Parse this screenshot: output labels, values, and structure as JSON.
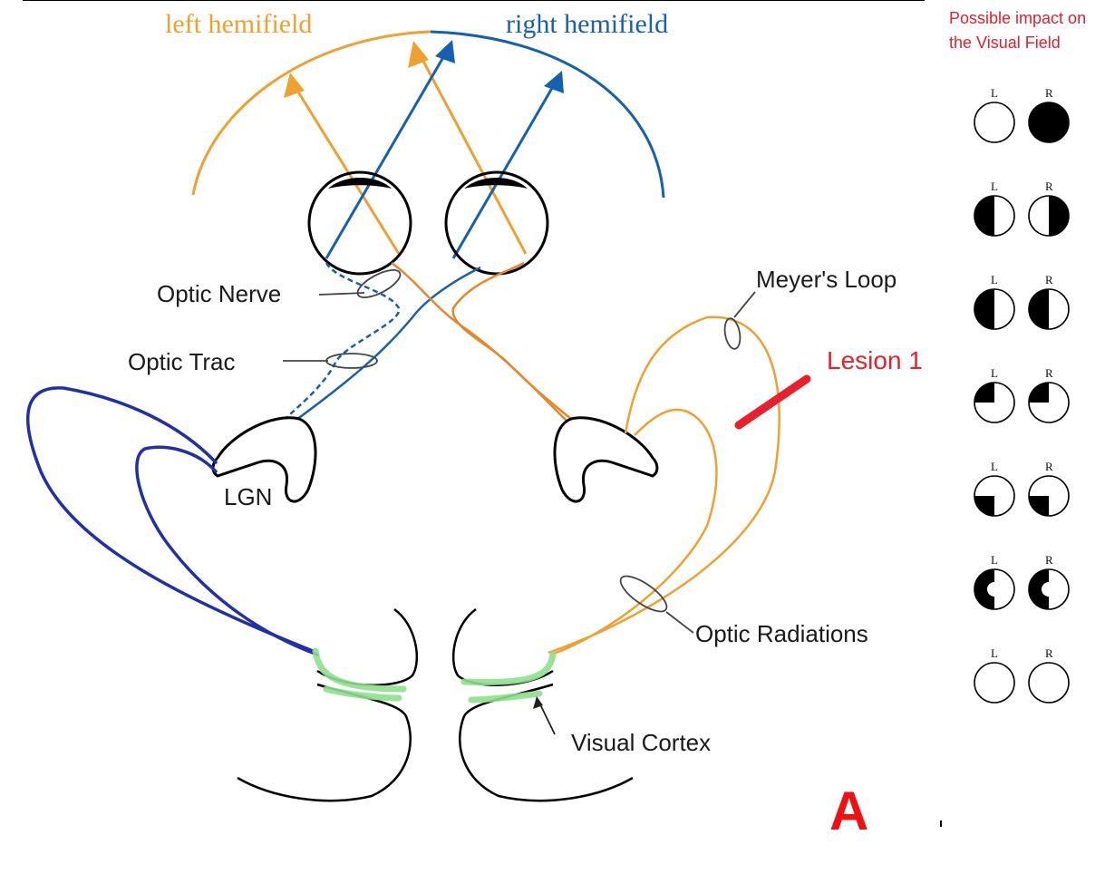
{
  "hemifields": {
    "left": "left hemifield",
    "right": "right hemifield"
  },
  "labels": {
    "optic_nerve": "Optic Nerve",
    "optic_trac": "Optic Trac",
    "lgn": "LGN",
    "meyers_loop": "Meyer's Loop",
    "optic_radiations": "Optic Radiations",
    "visual_cortex": "Visual Cortex",
    "lesion": "Lesion 1",
    "panel_letter": "A"
  },
  "sidebar": {
    "heading_line1": "Possible impact on",
    "heading_line2": "the Visual Field",
    "eye_left": "L",
    "eye_right": "R",
    "defects": [
      {
        "left": "none",
        "right": "full"
      },
      {
        "left": "left-half",
        "right": "right-half"
      },
      {
        "left": "left-half",
        "right": "left-half"
      },
      {
        "left": "upper-left-quadrant",
        "right": "upper-left-quadrant"
      },
      {
        "left": "lower-left-quadrant",
        "right": "lower-left-quadrant"
      },
      {
        "left": "left-half-macular-sparing",
        "right": "left-half-macular-sparing"
      },
      {
        "left": "none",
        "right": "none"
      }
    ]
  },
  "colors": {
    "left_hemifield": "#f0a030",
    "right_hemifield": "#1560b0",
    "tract_blue": "#2030a8",
    "cortex_green": "#8ee08e",
    "lesion_red": "#e8202c",
    "sidebar_heading": "#e02030",
    "panel_letter": "#ee1111"
  }
}
